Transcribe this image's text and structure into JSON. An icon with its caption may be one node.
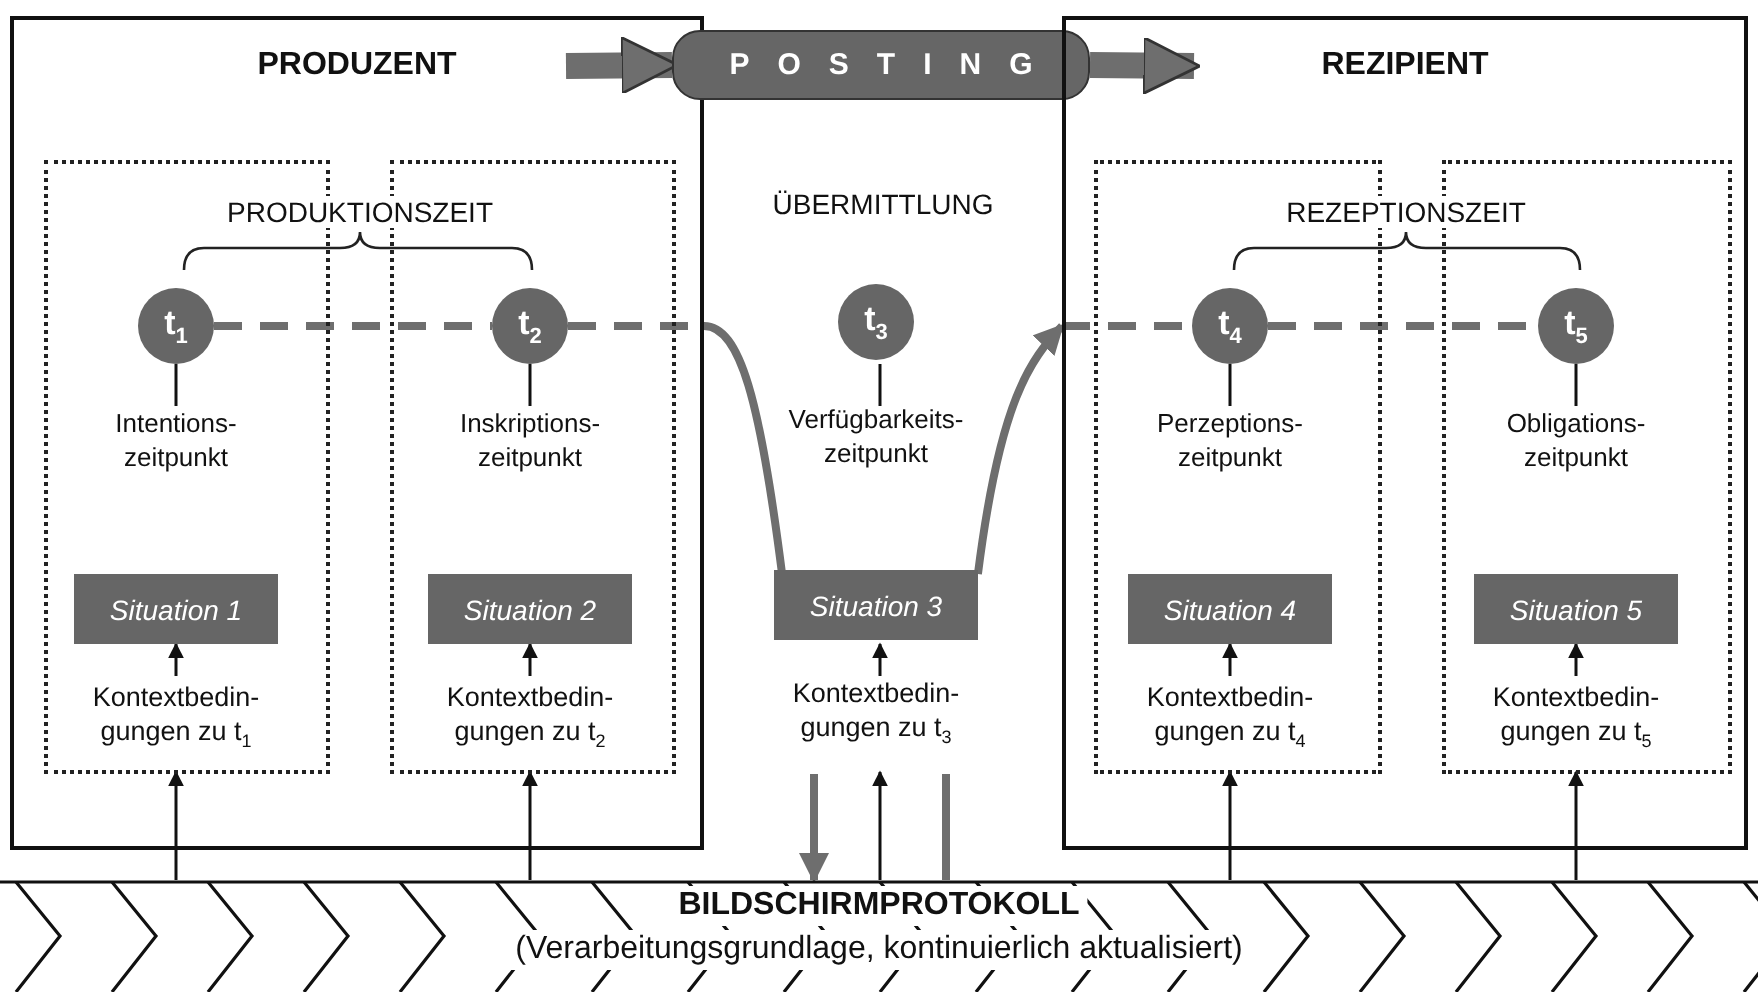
{
  "diagram": {
    "nodes": [
      {
        "text": [
          "PRODUZENT"
        ]
      },
      {
        "text": [
          "POSTING"
        ]
      },
      {
        "text": [
          "REZIPIENT"
        ]
      },
      {
        "text": [],
        "shape": "box",
        "in": 0
      },
      {
        "text": [
          "t$_{1}$"
        ],
        "in": 3
      },
      {
        "text": [
          "Intentions- zeitpunkt"
        ],
        "in": 3
      },
      {
        "text": [
          "Situation 1"
        ],
        "in": 3
      },
      {
        "text": [
          "Kontextbedin- gungen zu t$_{1}$"
        ],
        "in": 3
      },
      {
        "text": [],
        "shape": "box",
        "in": 0
      },
      {
        "text": [
          "t$_{2}$"
        ],
        "in": 8
      },
      {
        "text": [
          "Inskriptions- zeitpunkt"
        ],
        "in": 8
      },
      {
        "text": [
          "Situation 2"
        ],
        "in": 8
      },
      {
        "text": [
          "Kontextbedin- gungen zu t$_{2}$"
        ],
        "in": 8
      },
      {
        "text": [
          "ÜBERMITTLUNG"
        ]
      },
      {
        "text": [
          "t$_{3}$"
        ],
        "in": 13
      },
      {
        "text": [
          "Verfügbarkeits- zeitpunkt"
        ],
        "in": 13
      },
      {
        "text": [
          "Situation 3"
        ],
        "in": 13
      },
      {
        "text": [
          "Kontextbedin- gungen zu t$_{3}$"
        ],
        "in": 13
      },
      {
        "text": [],
        "shape": "box",
        "in": 2
      },
      {
        "text": [
          "t$_{4}$"
        ],
        "in": 18
      },
      {
        "text": [
          "Perzeptions- zeitpunkt"
        ],
        "in": 18
      },
      {
        "text": [
          "Situation 4"
        ],
        "in": 18
      },
      {
        "text": [
          "Kontextbedin- gungen zu t$_{4}$"
        ],
        "in": 18
      },
      {
        "text": [],
        "shape": "box",
        "in": 2
      },
      {
        "text": [
          "t$_{5}$"
        ],
        "in": 23
      },
      {
        "text": [
          "Obligations- zeitpunkt"
        ],
        "in": 23
      },
      {
        "text": [
          "Situation 5"
        ],
        "in": 23
      },
      {
        "text": [
          "Kontextbedin- gungen zu t$_{5}$"
        ],
        "in": 23
      },
      {
        "text": [
          "BILDSCHIRMPROTOKOLL",
          "(Verarbeitungsgrundlage, kontinuierlich aktualisiert)"
        ]
      }
    ],
    "edges": [
      {
        "from": null,
        "to": 1,
        "arrow": "to",
        "style": "thick",
        "color": "#6e6e6e"
      },
      {
        "from": 1,
        "to": 2,
        "arrow": "to",
        "style": "thick",
        "color": "#6e6e6e"
      },
      {
        "from": 4,
        "to": 9,
        "arrow": "none",
        "style": "dashed",
        "color": "#6e6e6e"
      },
      {
        "from": 9,
        "to": 0,
        "arrow": "none",
        "style": "dashed",
        "color": "#6e6e6e"
      },
      {
        "from": 0,
        "to": 16,
        "arrow": "none",
        "style": "thick",
        "color": "#6e6e6e"
      },
      {
        "from": 16,
        "to": 2,
        "arrow": "to",
        "style": "thick",
        "color": "#6e6e6e"
      },
      {
        "from": 2,
        "to": 19,
        "arrow": "none",
        "style": "dashed",
        "color": "#6e6e6e"
      },
      {
        "from": 19,
        "to": 24,
        "arrow": "none",
        "style": "dashed",
        "color": "#6e6e6e"
      },
      {
        "from": 4,
        "to": 5,
        "arrow": "none"
      },
      {
        "from": 9,
        "to": 10,
        "arrow": "none"
      },
      {
        "from": 14,
        "to": 15,
        "arrow": "none"
      },
      {
        "from": 19,
        "to": 20,
        "arrow": "none"
      },
      {
        "from": 24,
        "to": 25,
        "arrow": "none"
      },
      {
        "from": 7,
        "to": 6,
        "arrow": "to"
      },
      {
        "from": 12,
        "to": 11,
        "arrow": "to"
      },
      {
        "from": 17,
        "to": 16,
        "arrow": "to"
      },
      {
        "from": 22,
        "to": 21,
        "arrow": "to"
      },
      {
        "from": 27,
        "to": 26,
        "arrow": "to"
      },
      {
        "from": 28,
        "to": 7,
        "arrow": "to"
      },
      {
        "from": 28,
        "to": 12,
        "arrow": "to"
      },
      {
        "from": 28,
        "to": 17,
        "arrow": "to"
      },
      {
        "from": 28,
        "to": 22,
        "arrow": "to"
      },
      {
        "from": 28,
        "to": 27,
        "arrow": "to"
      },
      {
        "from": 13,
        "to": 28,
        "arrow": "to",
        "style": "thick",
        "color": "#6e6e6e"
      },
      {
        "from": 28,
        "to": 13,
        "arrow": "none",
        "style": "thick",
        "color": "#6e6e6e"
      }
    ],
    "labels": [
      "PRODUKTIONSZEIT",
      "REZEPTIONSZEIT"
    ]
  }
}
